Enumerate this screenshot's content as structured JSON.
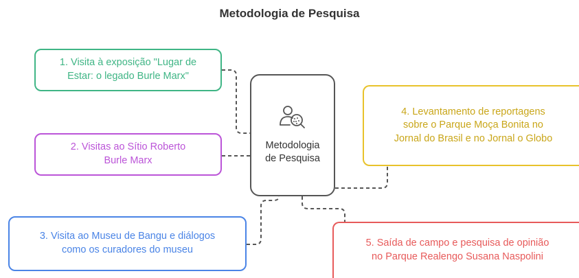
{
  "title": "Metodologia de Pesquisa",
  "center": {
    "icon": "user-search-icon",
    "line1": "Metodologia",
    "line2": "de Pesquisa"
  },
  "nodes": [
    {
      "id": "n1",
      "color": "#3fb585",
      "lines": [
        "1. Visita à exposição \"Lugar de",
        "Estar: o legado Burle Marx\""
      ]
    },
    {
      "id": "n2",
      "color": "#bb54d8",
      "lines": [
        "2. Visitas ao Sítio Roberto",
        "Burle Marx"
      ]
    },
    {
      "id": "n3",
      "color": "#4a84e6",
      "lines": [
        "3. Visita ao Museu de Bangu e diálogos",
        "como os curadores do museu"
      ]
    },
    {
      "id": "n4",
      "color": "#e8c22a",
      "lines": [
        "4. Levantamento de reportagens",
        "sobre o Parque Moça Bonita no",
        "Jornal do Brasil e no Jornal o Globo"
      ]
    },
    {
      "id": "n5",
      "color": "#e75a5a",
      "lines": [
        "5. Saída de campo e pesquisa de opinião",
        "no Parque Realengo Susana Naspolini"
      ]
    }
  ]
}
